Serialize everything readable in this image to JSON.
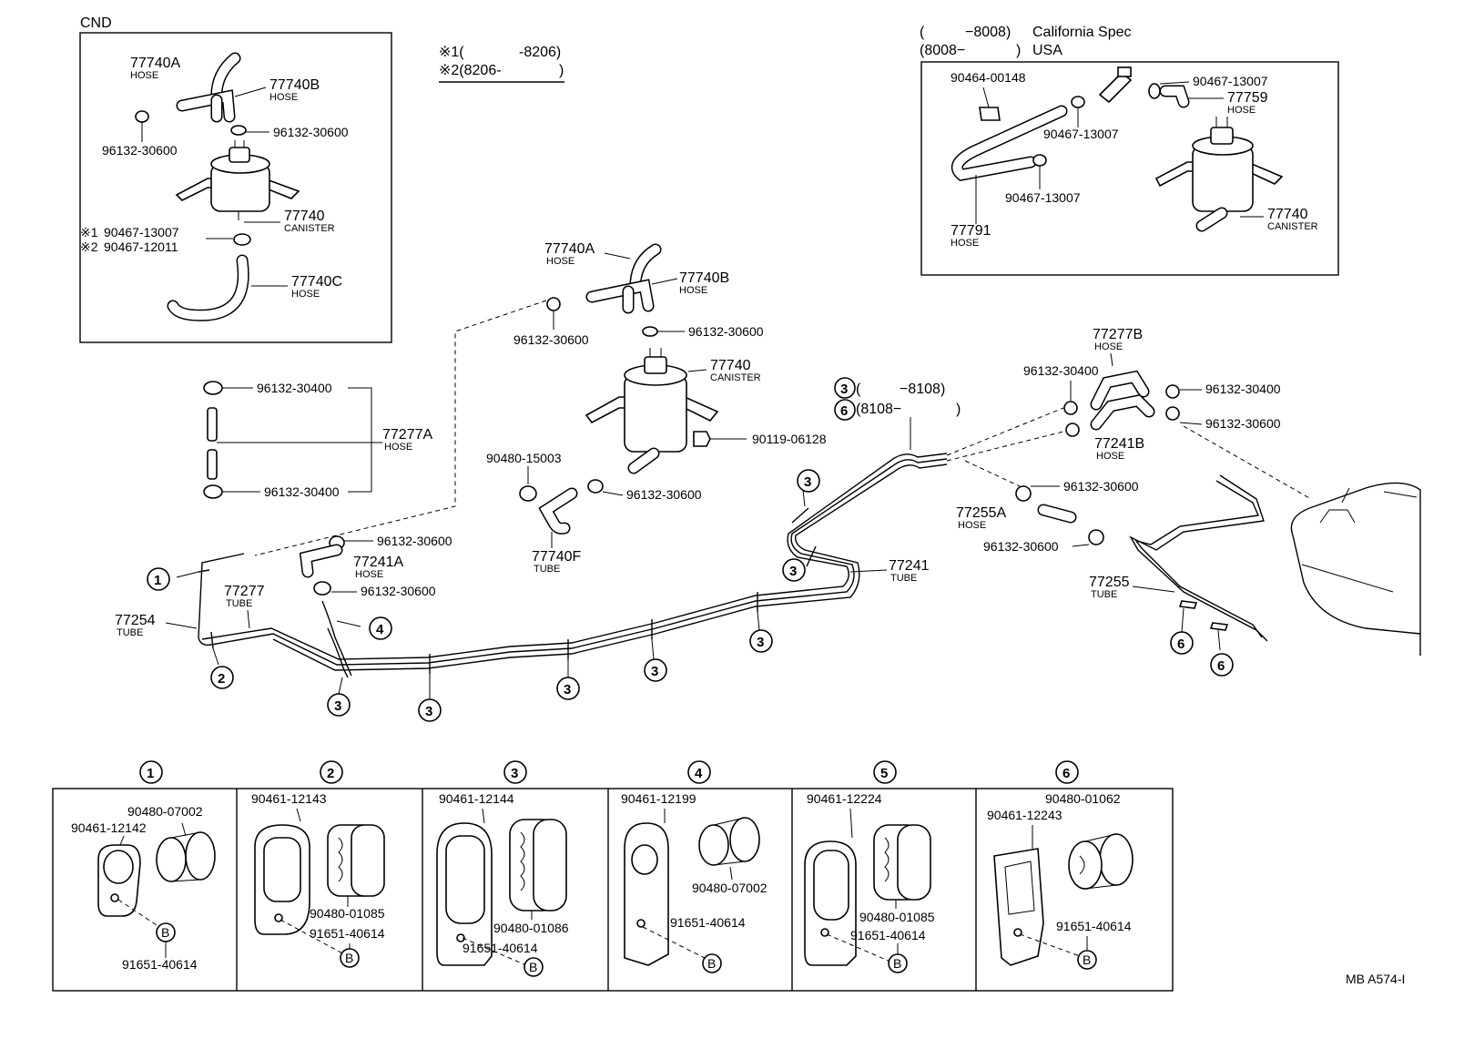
{
  "cnd_box": {
    "title": "CND",
    "hose_a": "77740A",
    "hose_a_sub": "HOSE",
    "hose_b": "77740B",
    "hose_b_sub": "HOSE",
    "clamp_right": "96132-30600",
    "clamp_left": "96132-30600",
    "canister": "77740",
    "canister_sub": "CANISTER",
    "alt1_mark": "※1",
    "alt1": "90467-13007",
    "alt2_mark": "※2",
    "alt2": "90467-12011",
    "hose_c": "77740C",
    "hose_c_sub": "HOSE"
  },
  "legend": {
    "line1_mark": "※1(",
    "line1_val": "-8206)",
    "line2_mark": "※2(8206-",
    "line2_val": ")"
  },
  "spec_box": {
    "line1_open": "(",
    "line1_val": "−8008)",
    "line1_text": "California Spec",
    "line2_val": "(8008−",
    "line2_close": ")",
    "line2_text": "USA",
    "p1": "90464-00148",
    "p2": "90467-13007",
    "p3": "77759",
    "p3_sub": "HOSE",
    "p4": "90467-13007",
    "p5": "90467-13007",
    "p6": "77791",
    "p6_sub": "HOSE",
    "p7": "77740",
    "p7_sub": "CANISTER"
  },
  "main": {
    "hose_a": "77740A",
    "hose_a_sub": "HOSE",
    "hose_b": "77740B",
    "hose_b_sub": "HOSE",
    "clamp1": "96132-30600",
    "clamp2": "96132-30600",
    "canister": "77740",
    "canister_sub": "CANISTER",
    "bolt": "90119-06128",
    "grommet": "90480-15003",
    "clamp3": "96132-30600",
    "tube_f": "77740F",
    "tube_f_sub": "TUBE",
    "clamp_top": "96132-30400",
    "clamp_bottom": "96132-30400",
    "hose_277a": "77277A",
    "hose_277a_sub": "HOSE",
    "clamp4": "96132-30600",
    "hose_241a": "77241A",
    "hose_241a_sub": "HOSE",
    "clamp5": "96132-30600",
    "tube_277": "77277",
    "tube_277_sub": "TUBE",
    "tube_254": "77254",
    "tube_254_sub": "TUBE",
    "ref3": "(",
    "ref3_val": "−8108)",
    "ref6": "(8108−",
    "ref6_close": ")",
    "hose_277b": "77277B",
    "hose_277b_sub": "HOSE",
    "clamp6": "96132-30400",
    "clamp7": "96132-30400",
    "clamp8": "96132-30600",
    "hose_241b": "77241B",
    "hose_241b_sub": "HOSE",
    "clamp9": "96132-30600",
    "hose_255a": "77255A",
    "hose_255a_sub": "HOSE",
    "clamp10": "96132-30600",
    "tube_241": "77241",
    "tube_241_sub": "TUBE",
    "tube_255": "77255",
    "tube_255_sub": "TUBE"
  },
  "callouts": [
    "1",
    "2",
    "3",
    "4",
    "5",
    "6"
  ],
  "clamp_panels": [
    {
      "id": "1",
      "clamp": "90461-12142",
      "grommet": "90480-07002",
      "bolt": "91651-40614",
      "bolt_ref": "B"
    },
    {
      "id": "2",
      "clamp": "90461-12143",
      "grommet": "90480-01085",
      "bolt": "91651-40614",
      "bolt_ref": "B"
    },
    {
      "id": "3",
      "clamp": "90461-12144",
      "grommet": "90480-01086",
      "bolt": "91651-40614",
      "bolt_ref": "B"
    },
    {
      "id": "4",
      "clamp": "90461-12199",
      "grommet": "90480-07002",
      "bolt": "91651-40614",
      "bolt_ref": "B"
    },
    {
      "id": "5",
      "clamp": "90461-12224",
      "grommet": "90480-01085",
      "bolt": "91651-40614",
      "bolt_ref": "B"
    },
    {
      "id": "6",
      "clamp": "90461-12243",
      "grommet": "90480-01062",
      "bolt": "91651-40614",
      "bolt_ref": "B"
    }
  ],
  "footer_code": "MB  A574-I"
}
